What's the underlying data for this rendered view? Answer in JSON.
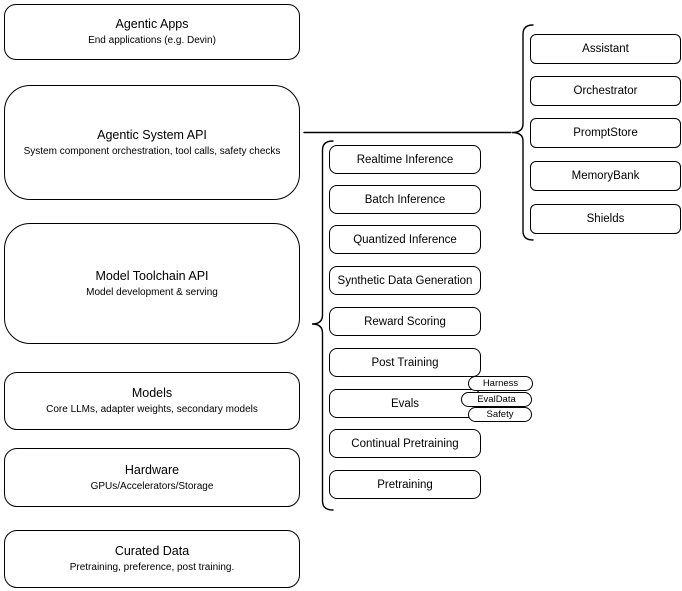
{
  "diagram": {
    "left_stack": [
      {
        "title": "Agentic Apps",
        "subtitle": "End applications (e.g. Devin)"
      },
      {
        "title": "Agentic System API",
        "subtitle": "System component orchestration, tool calls, safety checks"
      },
      {
        "title": "Model Toolchain API",
        "subtitle": "Model development & serving"
      },
      {
        "title": "Models",
        "subtitle": "Core LLMs, adapter weights, secondary models"
      },
      {
        "title": "Hardware",
        "subtitle": "GPUs/Accelerators/Storage"
      },
      {
        "title": "Curated Data",
        "subtitle": "Pretraining, preference, post training."
      }
    ],
    "toolchain_components": [
      "Realtime Inference",
      "Batch Inference",
      "Quantized Inference",
      "Synthetic Data Generation",
      "Reward Scoring",
      "Post Training",
      "Evals",
      "Continual Pretraining",
      "Pretraining"
    ],
    "evals_tags": [
      "Harness",
      "EvalData",
      "Safety"
    ],
    "system_components": [
      "Assistant",
      "Orchestrator",
      "PromptStore",
      "MemoryBank",
      "Shields"
    ],
    "colors": {
      "stroke": "#000000",
      "fill": "#ffffff",
      "text": "#000000"
    }
  }
}
